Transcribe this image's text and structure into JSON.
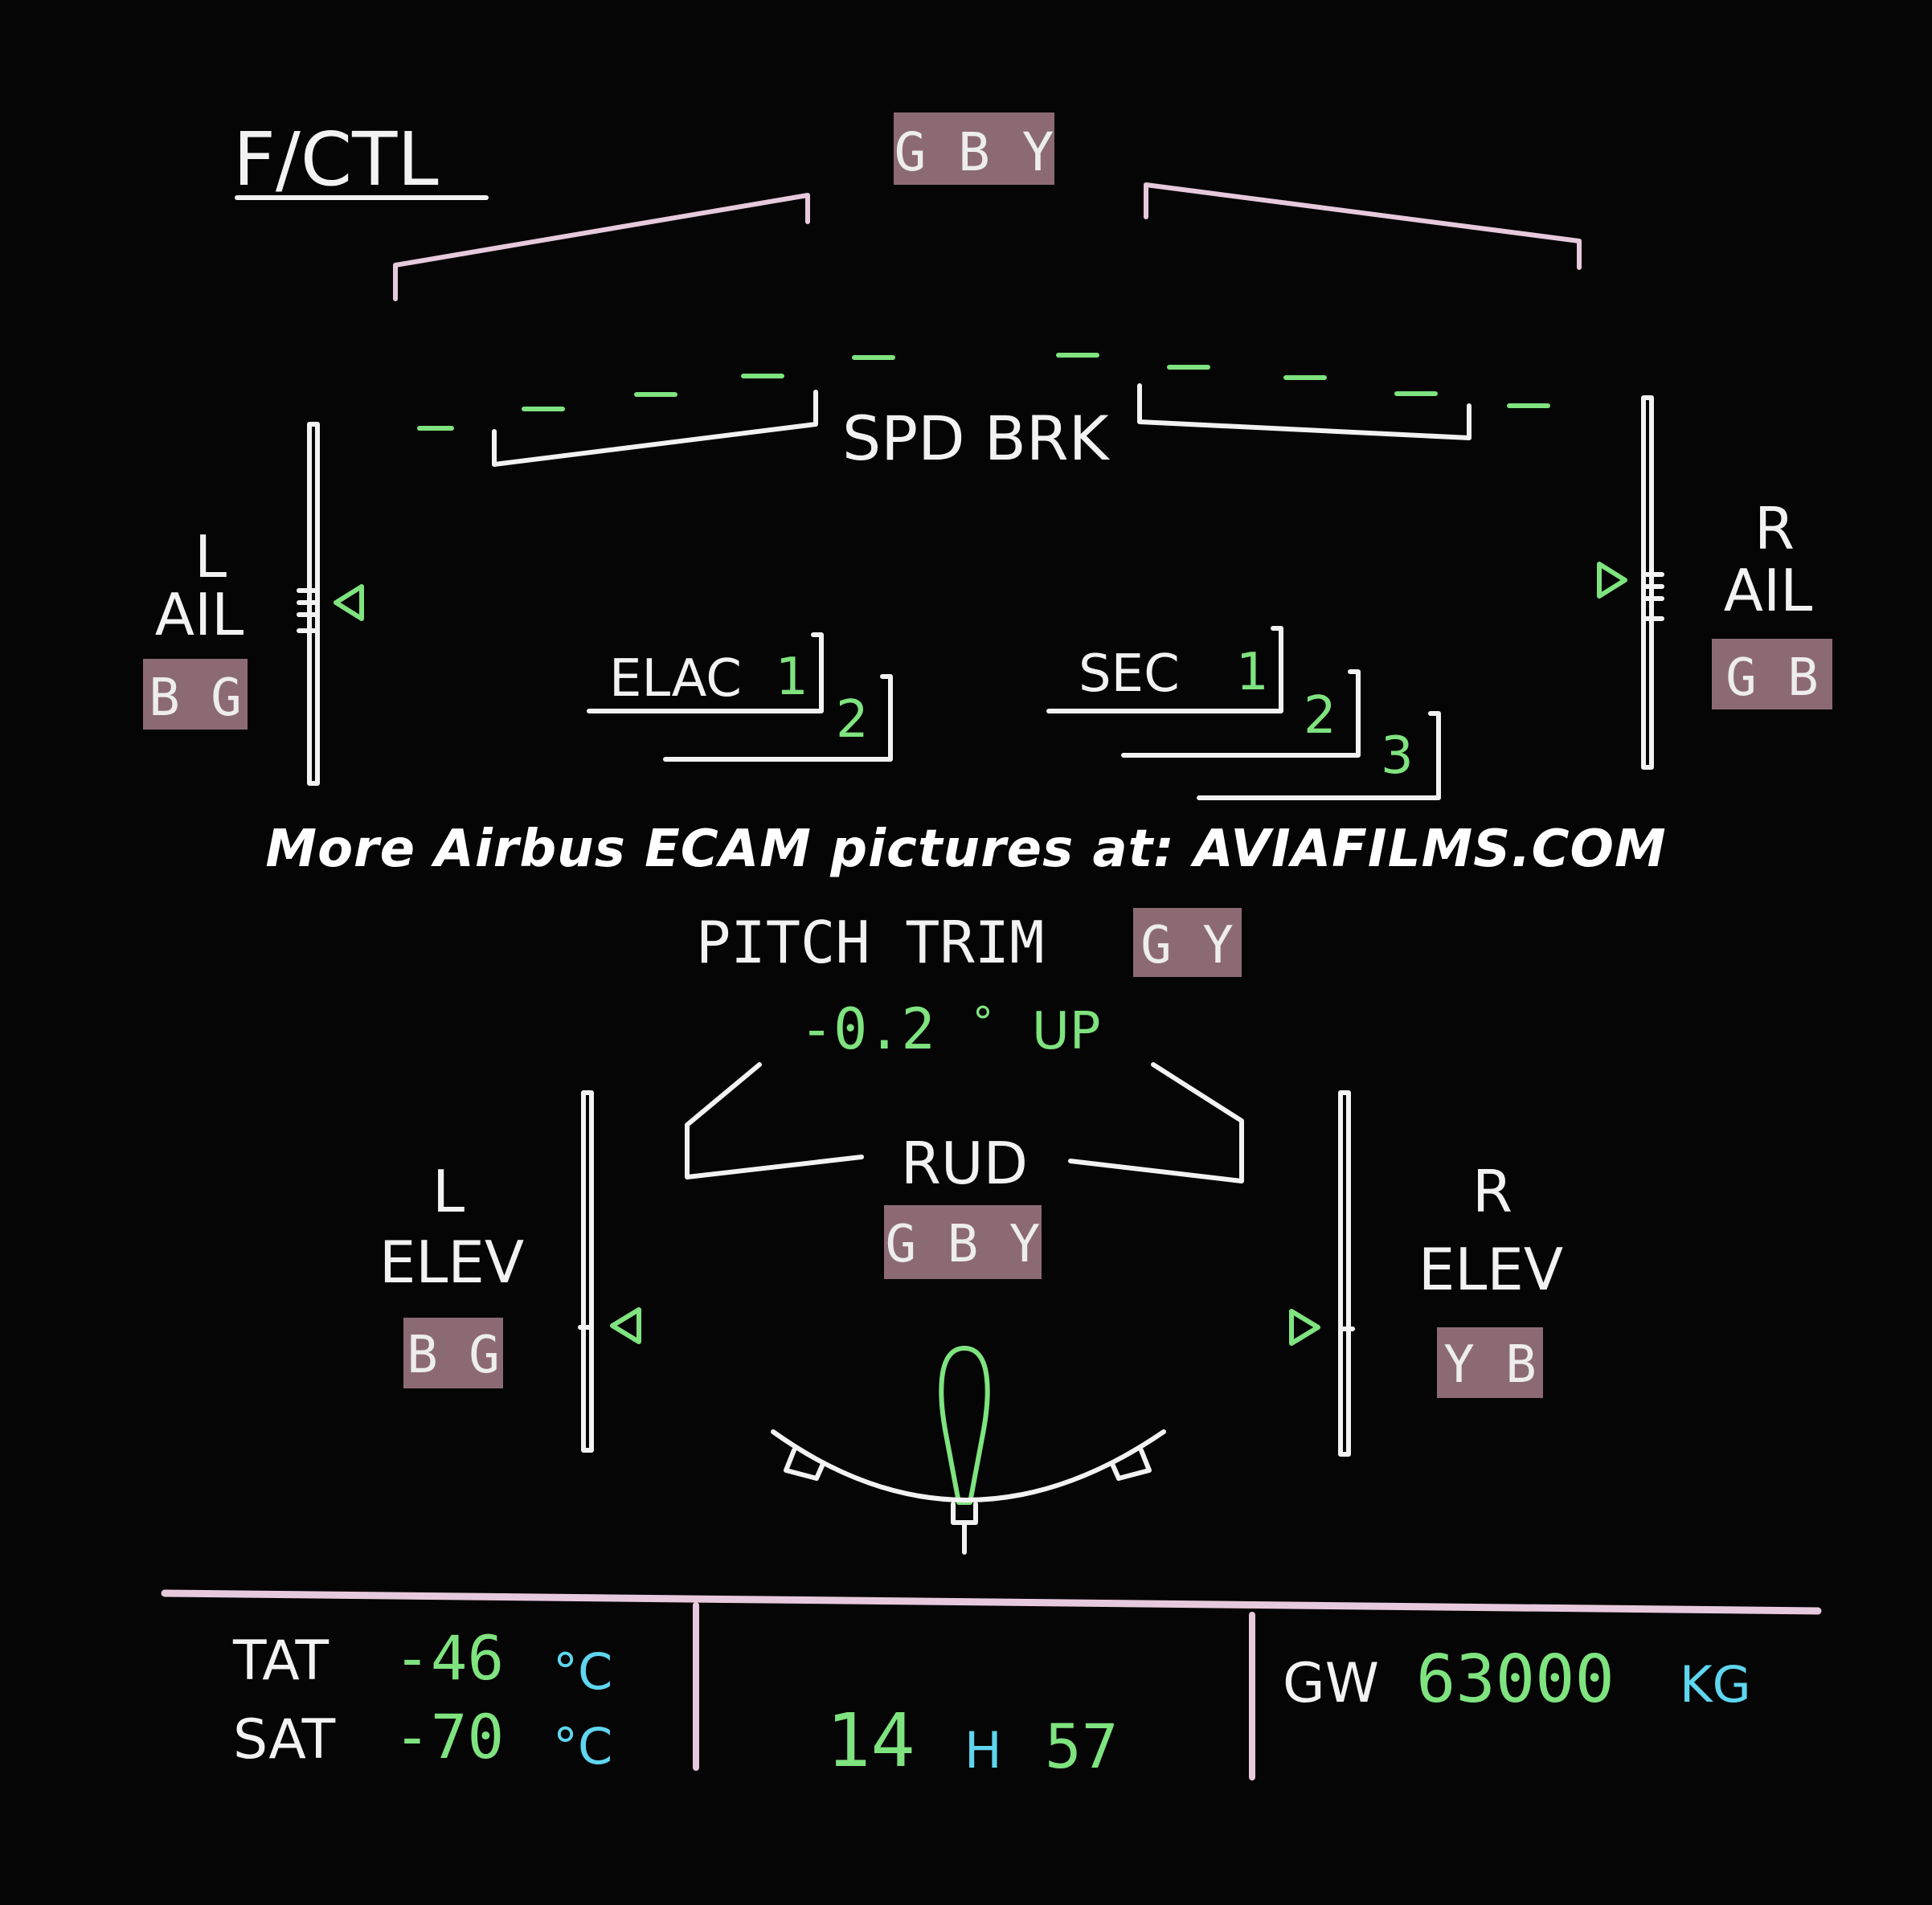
{
  "page_title": "F/CTL",
  "hydraulic": {
    "spoilers": "G B Y",
    "left_aileron": "B G",
    "right_aileron": "G B",
    "pitch_trim": "G Y",
    "rudder": "G B Y",
    "left_elevator": "B G",
    "right_elevator": "Y B"
  },
  "speed_brake_label": "SPD BRK",
  "left_aileron_label": {
    "line1": "L",
    "line2": "AIL"
  },
  "right_aileron_label": {
    "line1": "R",
    "line2": "AIL"
  },
  "computers": {
    "elac_label": "ELAC",
    "elac_numbers": [
      "1",
      "2"
    ],
    "sec_label": "SEC",
    "sec_numbers": [
      "1",
      "2",
      "3"
    ]
  },
  "watermark": "More Airbus ECAM pictures at: AVIAFILMS.COM",
  "pitch_trim": {
    "label": "PITCH TRIM",
    "value": "-0.2",
    "degree": "°",
    "direction": "UP"
  },
  "rudder_label": "RUD",
  "left_elevator_label": {
    "line1": "L",
    "line2": "ELEV"
  },
  "right_elevator_label": {
    "line1": "R",
    "line2": "ELEV"
  },
  "status": {
    "tat_label": "TAT",
    "tat_value": "-46",
    "tat_unit": "°C",
    "sat_label": "SAT",
    "sat_value": "-70",
    "sat_unit": "°C",
    "time_hours": "14",
    "time_sep": "H",
    "time_minutes": "57",
    "gw_label": "GW",
    "gw_value": "63000",
    "gw_unit": "KG"
  },
  "colors": {
    "green": "#7fe37f",
    "white": "#f2f2f2",
    "cyan": "#5fd6ef",
    "hyd_box": "#8c6a74"
  }
}
